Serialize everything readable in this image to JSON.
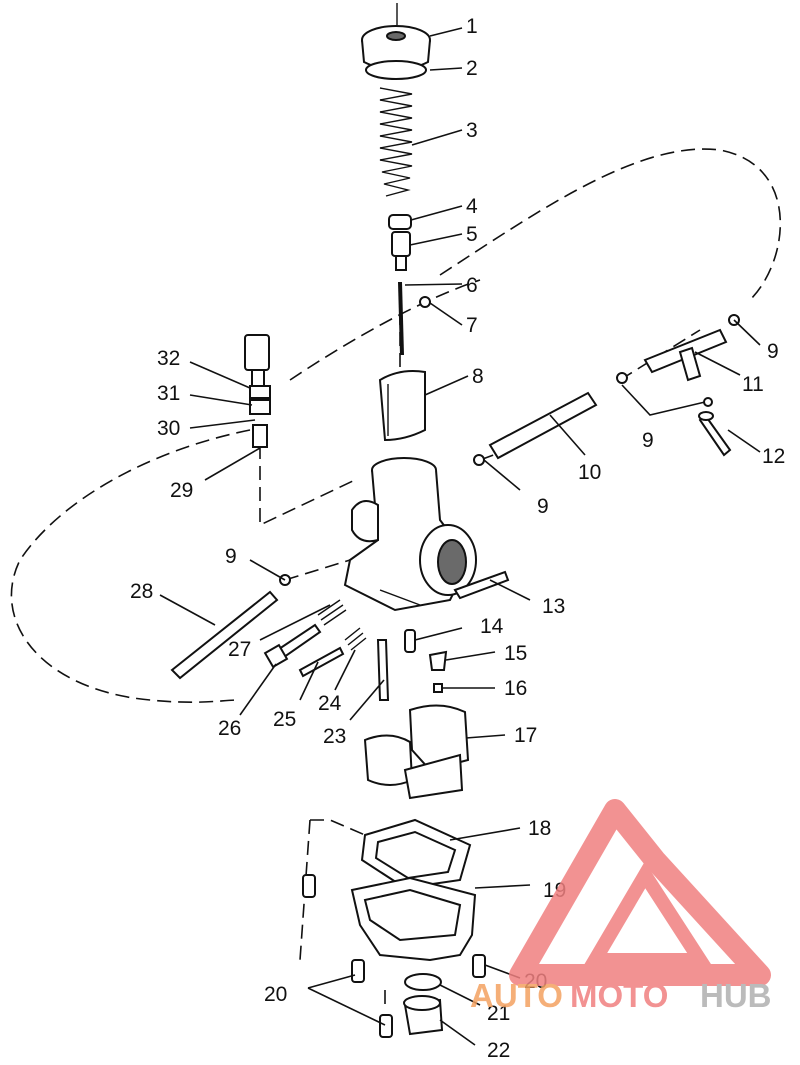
{
  "diagram": {
    "callouts": [
      "1",
      "2",
      "3",
      "4",
      "5",
      "6",
      "7",
      "8",
      "9",
      "9",
      "9",
      "9",
      "10",
      "11",
      "12",
      "13",
      "14",
      "15",
      "16",
      "17",
      "18",
      "19",
      "20",
      "20",
      "21",
      "22",
      "23",
      "24",
      "25",
      "26",
      "27",
      "28",
      "29",
      "30",
      "31",
      "32"
    ]
  },
  "watermark": {
    "word_a": "AUTO",
    "word_b": "MOTO",
    "word_c": "HUB",
    "color_a": "#f4a261",
    "color_b": "#f08080",
    "color_c": "#b0b0b0"
  }
}
